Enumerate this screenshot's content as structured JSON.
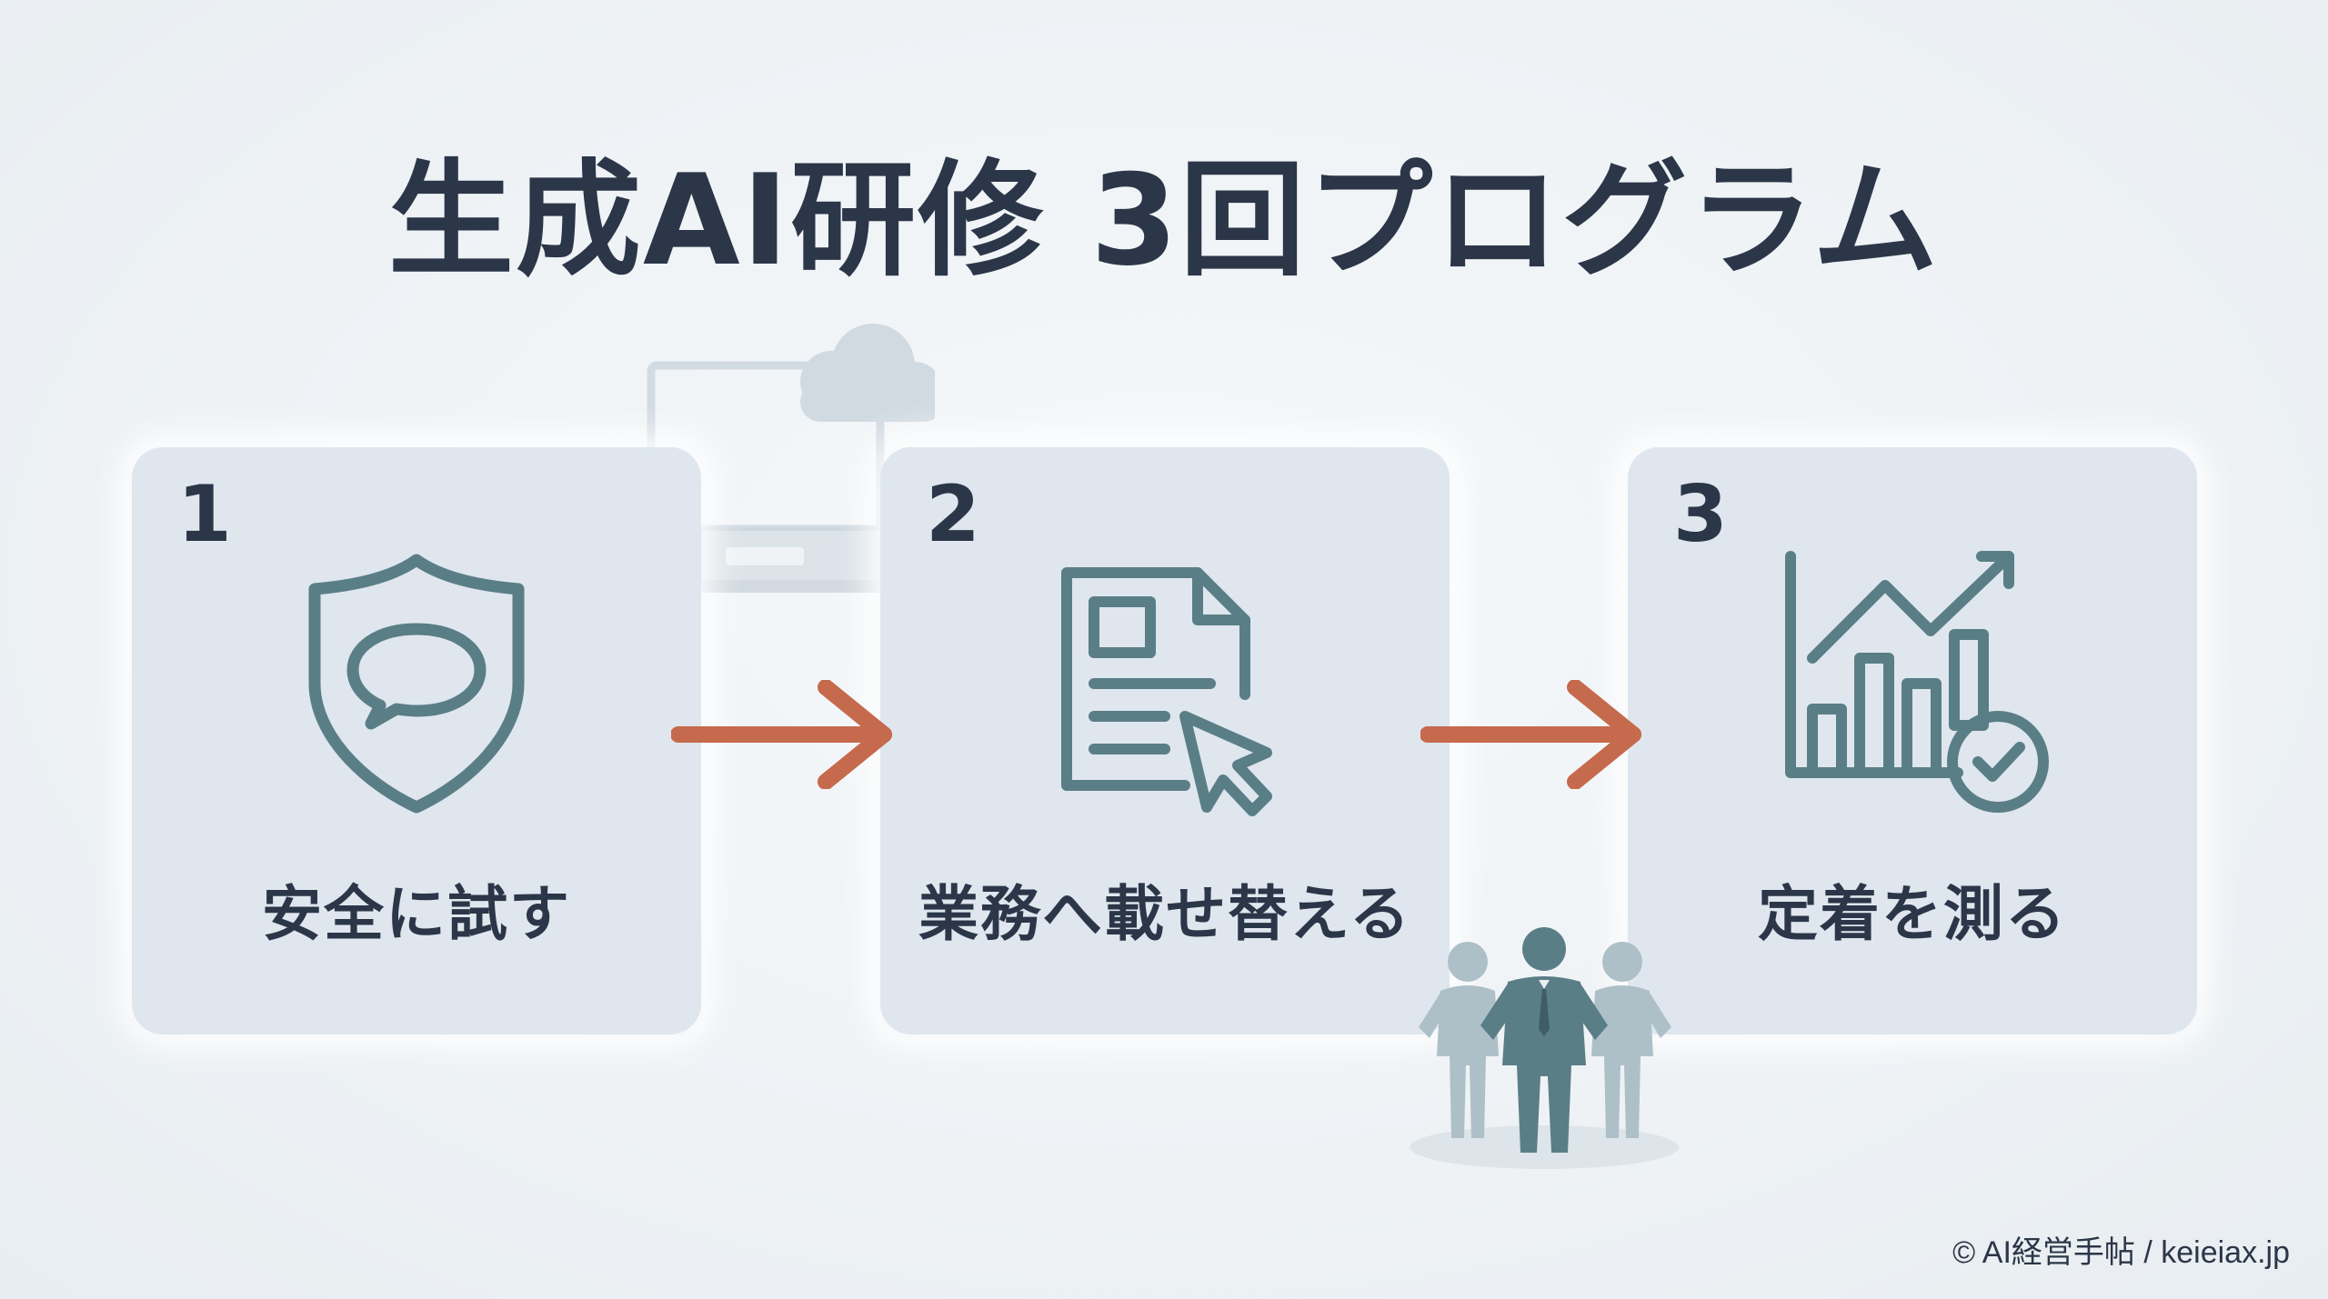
{
  "title": "生成AI研修 3回プログラム",
  "steps": [
    {
      "number": "1",
      "label": "安全に試す",
      "icon": "shield-chat-icon"
    },
    {
      "number": "2",
      "label": "業務へ載せ替える",
      "icon": "document-cursor-icon"
    },
    {
      "number": "3",
      "label": "定着を測る",
      "icon": "growth-chart-check-icon"
    }
  ],
  "decorations": {
    "laptop_cloud": "laptop-cloud-icon",
    "team": "team-people-icon",
    "arrow": "arrow-right-icon"
  },
  "colors": {
    "title": "#2b3648",
    "card": "#dfe6ee",
    "icon_stroke": "#5a7e86",
    "arrow": "#c56a4c"
  },
  "footer": {
    "copyright": "© AI経営手帖 / keieiax.jp"
  }
}
